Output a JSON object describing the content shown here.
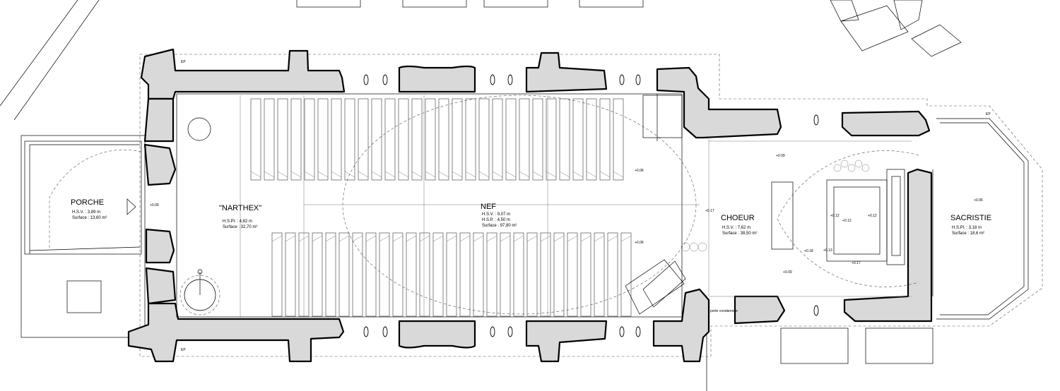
{
  "rooms": {
    "porche": {
      "name": "PORCHE",
      "line1": "H.S.V. : 3,89 m",
      "line2": "Surface : 13,60 m²"
    },
    "narthex": {
      "name": "\"NARTHEX\"",
      "line1": "H.S.Pl. : 4,82 m",
      "line2": "Surface : 32,70 m²"
    },
    "nef": {
      "name": "NEF",
      "line1": "H.S.V.   : 9,07 m",
      "line2": "H.S.P.   : 4,50 m",
      "line3": "Surface : 97,80 m²"
    },
    "choeur": {
      "name": "CHOEUR",
      "line1": "H.S.V. : 7,62 m",
      "line2": "Surface : 38,50 m²"
    },
    "sacristie": {
      "name": "SACRISTIE",
      "line1": "H.S.Pl. : 3,18 m",
      "line2": "Surface : 18,6 m²"
    }
  },
  "levels": {
    "porche_step": "+0.09",
    "nef_upper": "+0.06",
    "nef_lower": "+0.06",
    "choeur_entry": "+0.17",
    "choeur_top": "+0.09",
    "choeur_bottom": "+0.09",
    "choeur_step": "+0.18",
    "choeur_step2": "+0.13",
    "altar_left": "+0.12",
    "altar_mid": "+0.12",
    "altar_right": "+0.12",
    "choeur_right": "+0.17",
    "sacristie": "+0.06"
  },
  "markers": {
    "ep_top": "EP",
    "ep_bottom": "EP",
    "ep_right": "EP"
  },
  "notes": {
    "door_label": "porte condamnée"
  }
}
